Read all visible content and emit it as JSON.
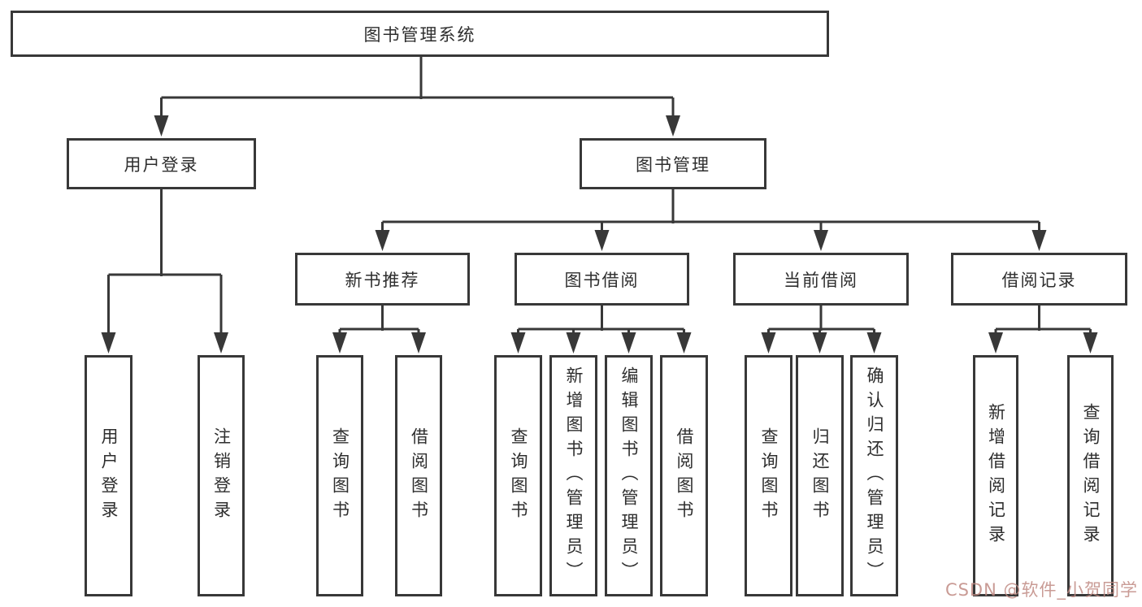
{
  "diagram": {
    "type": "tree",
    "root": {
      "label": "图书管理系统"
    },
    "branches": [
      {
        "label": "用户登录",
        "children": [
          {
            "label": "用户登录"
          },
          {
            "label": "注销登录"
          }
        ]
      },
      {
        "label": "图书管理",
        "children": [
          {
            "label": "新书推荐",
            "children": [
              {
                "label": "查询图书"
              },
              {
                "label": "借阅图书"
              }
            ]
          },
          {
            "label": "图书借阅",
            "children": [
              {
                "label": "查询图书"
              },
              {
                "label": "新增图书（管理员）"
              },
              {
                "label": "编辑图书（管理员）"
              },
              {
                "label": "借阅图书"
              }
            ]
          },
          {
            "label": "当前借阅",
            "children": [
              {
                "label": "查询图书"
              },
              {
                "label": "归还图书"
              },
              {
                "label": "确认归还（管理员）"
              }
            ]
          },
          {
            "label": "借阅记录",
            "children": [
              {
                "label": "新增借阅记录"
              },
              {
                "label": "查询借阅记录"
              }
            ]
          }
        ]
      }
    ]
  },
  "watermark": {
    "text": "CSDN @软件_小贺同学"
  },
  "colors": {
    "line": "#383838",
    "box_border": "#383838",
    "text": "#2e2e2e",
    "background": "#ffffff",
    "watermark": "#c08a83"
  }
}
